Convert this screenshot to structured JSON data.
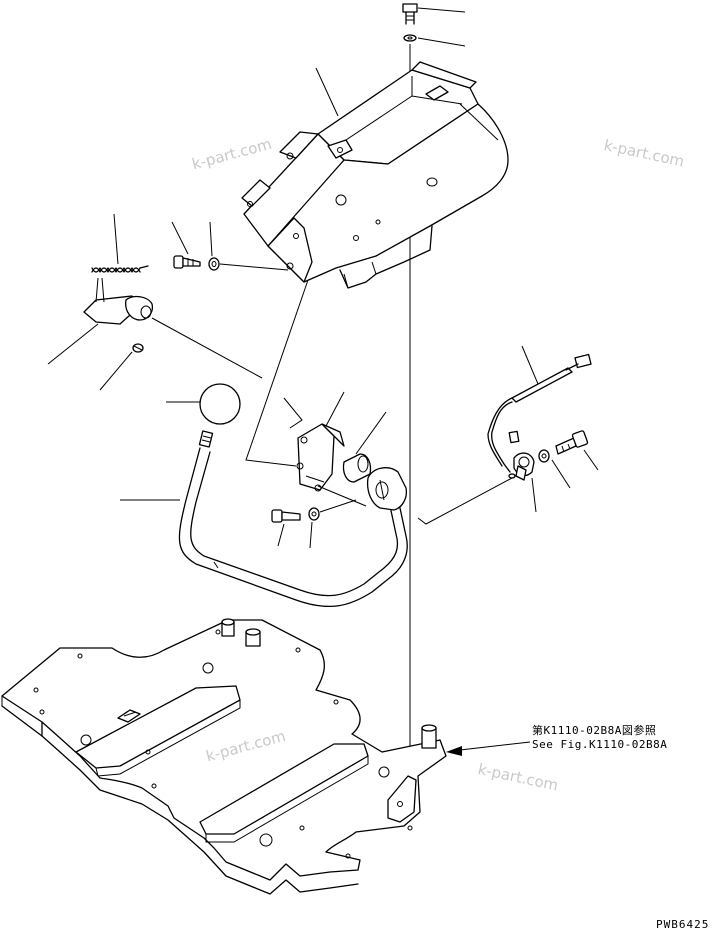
{
  "diagram": {
    "reference_note": {
      "japanese": "第K1110-02B8A図参照",
      "english": "See Fig.K1110-02B8A"
    },
    "drawing_code": "PWB6425",
    "watermarks": [
      "k-part.com",
      "k-part.com",
      "k-part.com",
      "k-part.com"
    ]
  }
}
